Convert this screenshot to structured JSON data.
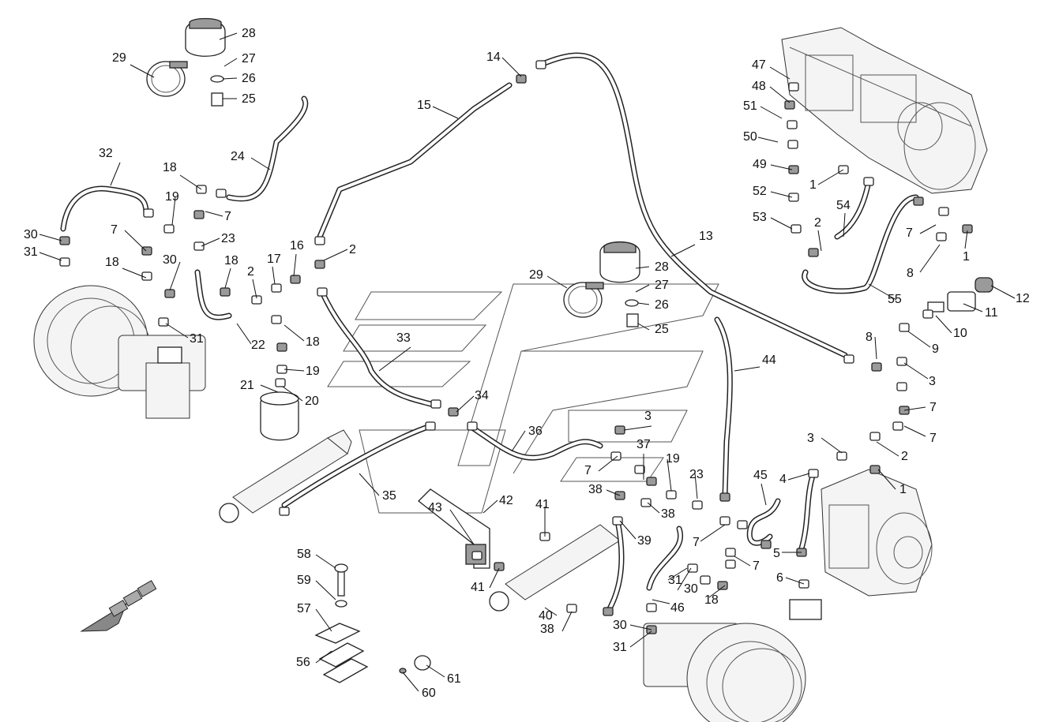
{
  "diagram": {
    "callouts": [
      {
        "id": "c1",
        "text": "1"
      },
      {
        "id": "c2",
        "text": "1"
      },
      {
        "id": "c3",
        "text": "1"
      },
      {
        "id": "c4",
        "text": "2"
      },
      {
        "id": "c5",
        "text": "2"
      },
      {
        "id": "c6",
        "text": "2"
      },
      {
        "id": "c7",
        "text": "2"
      },
      {
        "id": "c8",
        "text": "3"
      },
      {
        "id": "c9",
        "text": "3"
      },
      {
        "id": "c10",
        "text": "3"
      },
      {
        "id": "c11",
        "text": "4"
      },
      {
        "id": "c12",
        "text": "5"
      },
      {
        "id": "c13",
        "text": "6"
      },
      {
        "id": "c14",
        "text": "7"
      },
      {
        "id": "c15",
        "text": "7"
      },
      {
        "id": "c16",
        "text": "7"
      },
      {
        "id": "c17",
        "text": "7"
      },
      {
        "id": "c18",
        "text": "7"
      },
      {
        "id": "c19",
        "text": "7"
      },
      {
        "id": "c20",
        "text": "7"
      },
      {
        "id": "c21",
        "text": "7"
      },
      {
        "id": "c22",
        "text": "8"
      },
      {
        "id": "c23",
        "text": "8"
      },
      {
        "id": "c24",
        "text": "9"
      },
      {
        "id": "c25",
        "text": "10"
      },
      {
        "id": "c26",
        "text": "11"
      },
      {
        "id": "c27",
        "text": "12"
      },
      {
        "id": "c28",
        "text": "13"
      },
      {
        "id": "c29",
        "text": "14"
      },
      {
        "id": "c30",
        "text": "15"
      },
      {
        "id": "c31",
        "text": "16"
      },
      {
        "id": "c32",
        "text": "17"
      },
      {
        "id": "c33",
        "text": "18"
      },
      {
        "id": "c34",
        "text": "18"
      },
      {
        "id": "c35",
        "text": "18"
      },
      {
        "id": "c36",
        "text": "18"
      },
      {
        "id": "c37",
        "text": "18"
      },
      {
        "id": "c38",
        "text": "19"
      },
      {
        "id": "c39",
        "text": "19"
      },
      {
        "id": "c40",
        "text": "19"
      },
      {
        "id": "c41",
        "text": "20"
      },
      {
        "id": "c42",
        "text": "21"
      },
      {
        "id": "c43",
        "text": "22"
      },
      {
        "id": "c44",
        "text": "23"
      },
      {
        "id": "c45",
        "text": "23"
      },
      {
        "id": "c46",
        "text": "24"
      },
      {
        "id": "c47",
        "text": "25"
      },
      {
        "id": "c48",
        "text": "25"
      },
      {
        "id": "c49",
        "text": "26"
      },
      {
        "id": "c50",
        "text": "26"
      },
      {
        "id": "c51",
        "text": "27"
      },
      {
        "id": "c52",
        "text": "27"
      },
      {
        "id": "c53",
        "text": "28"
      },
      {
        "id": "c54",
        "text": "28"
      },
      {
        "id": "c55",
        "text": "29"
      },
      {
        "id": "c56",
        "text": "29"
      },
      {
        "id": "c57",
        "text": "30"
      },
      {
        "id": "c58",
        "text": "30"
      },
      {
        "id": "c59",
        "text": "30"
      },
      {
        "id": "c60",
        "text": "30"
      },
      {
        "id": "c61",
        "text": "31"
      },
      {
        "id": "c62",
        "text": "31"
      },
      {
        "id": "c63",
        "text": "31"
      },
      {
        "id": "c64",
        "text": "31"
      },
      {
        "id": "c65",
        "text": "32"
      },
      {
        "id": "c66",
        "text": "33"
      },
      {
        "id": "c67",
        "text": "34"
      },
      {
        "id": "c68",
        "text": "35"
      },
      {
        "id": "c69",
        "text": "36"
      },
      {
        "id": "c70",
        "text": "37"
      },
      {
        "id": "c71",
        "text": "38"
      },
      {
        "id": "c72",
        "text": "38"
      },
      {
        "id": "c73",
        "text": "38"
      },
      {
        "id": "c74",
        "text": "39"
      },
      {
        "id": "c75",
        "text": "40"
      },
      {
        "id": "c76",
        "text": "41"
      },
      {
        "id": "c77",
        "text": "41"
      },
      {
        "id": "c78",
        "text": "42"
      },
      {
        "id": "c79",
        "text": "43"
      },
      {
        "id": "c80",
        "text": "44"
      },
      {
        "id": "c81",
        "text": "45"
      },
      {
        "id": "c82",
        "text": "46"
      },
      {
        "id": "c83",
        "text": "47"
      },
      {
        "id": "c84",
        "text": "48"
      },
      {
        "id": "c85",
        "text": "49"
      },
      {
        "id": "c86",
        "text": "50"
      },
      {
        "id": "c87",
        "text": "51"
      },
      {
        "id": "c88",
        "text": "52"
      },
      {
        "id": "c89",
        "text": "53"
      },
      {
        "id": "c90",
        "text": "54"
      },
      {
        "id": "c91",
        "text": "55"
      },
      {
        "id": "c92",
        "text": "56"
      },
      {
        "id": "c93",
        "text": "57"
      },
      {
        "id": "c94",
        "text": "58"
      },
      {
        "id": "c95",
        "text": "59"
      },
      {
        "id": "c96",
        "text": "60"
      },
      {
        "id": "c97",
        "text": "61"
      }
    ]
  }
}
